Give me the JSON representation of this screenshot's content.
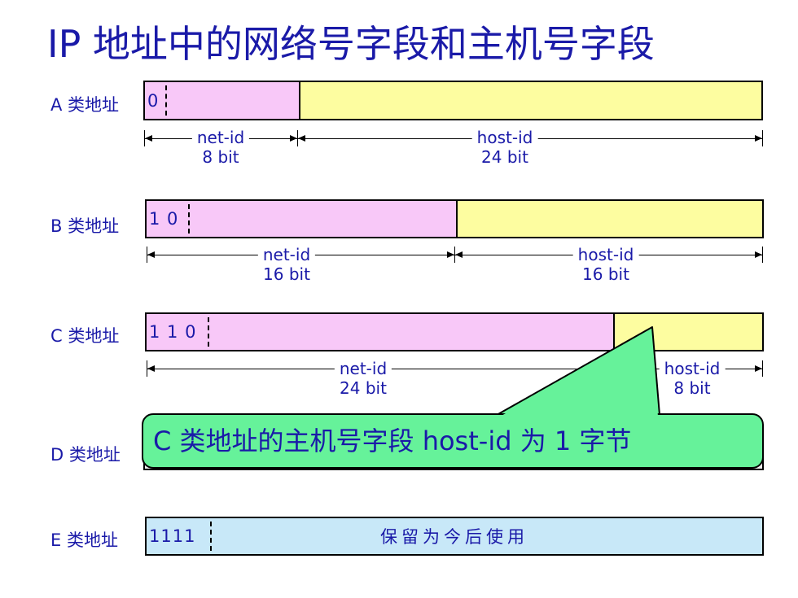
{
  "title": "IP 地址中的网络号字段和主机号字段",
  "colors": {
    "text": "#1a1aa8",
    "net_field": "#f8c8f8",
    "host_field": "#fdfda0",
    "reserved_field": "#c8e8f8",
    "callout": "#66f29a"
  },
  "classes": {
    "a": {
      "label": "A 类地址",
      "prefix": "0",
      "net": {
        "name": "net-id",
        "bits": "8 bit"
      },
      "host": {
        "name": "host-id",
        "bits": "24 bit"
      }
    },
    "b": {
      "label": "B 类地址",
      "prefix": "1 0",
      "net": {
        "name": "net-id",
        "bits": "16 bit"
      },
      "host": {
        "name": "host-id",
        "bits": "16 bit"
      }
    },
    "c": {
      "label": "C 类地址",
      "prefix": "1 1 0",
      "net": {
        "name": "net-id",
        "bits": "24 bit"
      },
      "host": {
        "name": "host-id",
        "bits": "8 bit"
      }
    },
    "d": {
      "label": "D 类地址"
    },
    "e": {
      "label": "E 类地址",
      "prefix": "1111",
      "reserved": "保留为今后使用"
    }
  },
  "callout": {
    "text": "C 类地址的主机号字段 host-id 为 1 字节"
  }
}
